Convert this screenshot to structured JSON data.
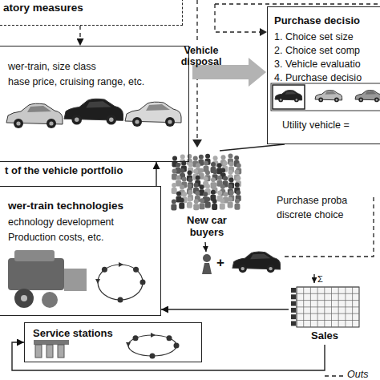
{
  "diagram": {
    "nodes": [
      {
        "text": [
          "atory measures"
        ]
      },
      {
        "text": [
          "wer-train, size class",
          "hase price, cruising range, etc.",
          "t of the vehicle portfolio"
        ]
      },
      {
        "text": [
          "Purchase decisio",
          "1. Choice set size",
          "2. Choice set comp",
          "3. Vehicle evaluatio",
          "4. Purchase decisio",
          "Utility vehicle ="
        ]
      },
      {
        "text": [
          "wer-train technologies",
          "echnology development",
          "Production costs, etc."
        ]
      },
      {
        "text": [
          "New car buyers"
        ]
      },
      {
        "text": [
          "Sales"
        ]
      },
      {
        "text": [
          "Service stations"
        ]
      }
    ],
    "edges": [
      {
        "from": 0,
        "to": 1,
        "arrow": "to"
      },
      {
        "from": 1,
        "to": 2,
        "arrow": "to"
      },
      {
        "from": 3,
        "to": 1,
        "arrow": "to"
      },
      {
        "from": 4,
        "to": 2,
        "arrow": "none"
      },
      {
        "from": 5,
        "to": 3,
        "arrow": "to"
      },
      {
        "from": 5,
        "to": 6,
        "arrow": "to"
      }
    ],
    "labels": [
      "Vehicle disposal",
      "Purchase proba",
      "discrete choice",
      "+",
      "Σ",
      "Outs"
    ]
  }
}
